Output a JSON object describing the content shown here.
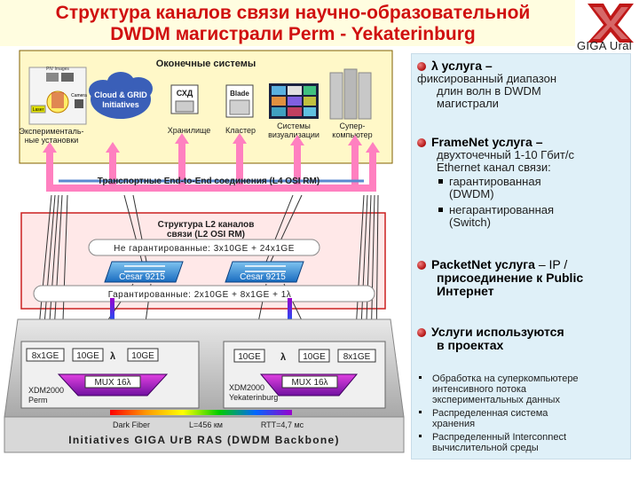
{
  "header": {
    "title_line1": "Структура каналов связи научно-образовательной",
    "title_line2": "DWDM магистрали Perm - Yekaterinburg",
    "logo_text": "GIGA Ural",
    "colors": {
      "title": "#d01010",
      "logo": "#c01818"
    }
  },
  "diagram": {
    "end_systems_title": "Оконечные системы",
    "piv_label": "PIV Images",
    "laser_label": "Laser",
    "camera_label": "Camera",
    "cloud_line1": "Cloud & GRID",
    "cloud_line2": "Initiatives",
    "storage_tag": "СХД",
    "blade_tag": "Blade",
    "labels": {
      "exp_line1": "Эксперименталь-",
      "exp_line2": "ные установки",
      "storage": "Хранилище",
      "cluster": "Кластер",
      "vis_line1": "Системы",
      "vis_line2": "визуализации",
      "super_line1": "Супер-",
      "super_line2": "компьютер"
    },
    "transport_label": "Транспортные End-to-End соединения (L4 OSI RM)",
    "l2_title_line1": "Структура L2 каналов",
    "l2_title_line2": "связи (L2 OSI RM)",
    "non_guaranteed": "Не гарантированные: 3x10GE + 24x1GE",
    "switch_label": "Cesar 9215",
    "guaranteed": "Гарантированные: 2x10GE +  8x1GE + 1",
    "lambda": "λ",
    "perm": {
      "port_8x1ge": "8x1GE",
      "port_10ge_a": "10GE",
      "port_10ge_b": "10GE",
      "mux": "MUX 16λ",
      "node_line1": "XDM2000",
      "node_line2": "Perm"
    },
    "yekat": {
      "port_10ge_a": "10GE",
      "port_10ge_b": "10GE",
      "port_8x1ge": "8x1GE",
      "mux": "MUX 16λ",
      "node_line1": "XDM2000",
      "node_line2": "Yekaterinburg"
    },
    "dark_fiber": "Dark Fiber",
    "length": "L=456 км",
    "rtt": "RTT=4,7 мс",
    "backbone": "Initiatives GIGA UrB RAS (DWDM Backbone)"
  },
  "panel": {
    "s1_head": "λ услуга –",
    "s1_body1": "фиксированный диапазон",
    "s1_body2": "длин волн в DWDM",
    "s1_body3": "магистрали",
    "s2_head": "FrameNet услуга –",
    "s2_body1": "двухточечный 1-10 Гбит/с",
    "s2_body2": "Ethernet канал связи:",
    "s2_sub1_line1": "гарантированная",
    "s2_sub1_line2": "(DWDM)",
    "s2_sub2_line1": "негарантированная",
    "s2_sub2_line2": "(Switch)",
    "s3_head": "PacketNet услуга",
    "s3_tail": " – IP /",
    "s3_line2": "присоединение к Public",
    "s3_line3": "Интернет",
    "s4_line1": "Услуги используются",
    "s4_line2": "в проектах",
    "p1_line1": "Обработка на суперкомпьютере",
    "p1_line2": "интенсивного потока",
    "p1_line3": "экспериментальных данных",
    "p2_line1": "Распределенная система",
    "p2_line2": "хранения",
    "p3_line1": "Распределенный Interconnect",
    "p3_line2": "вычислительной среды"
  }
}
